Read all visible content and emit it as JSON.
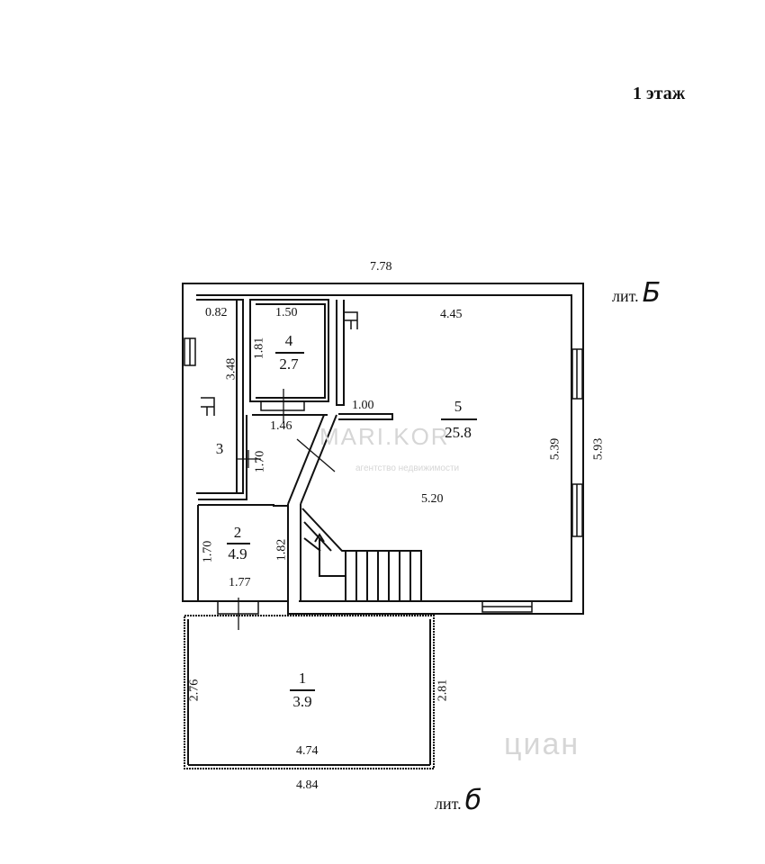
{
  "floor_title": "1 этаж",
  "lit_upper": {
    "prefix": "лит.",
    "letter": "Б"
  },
  "lit_lower": {
    "prefix": "лит.",
    "letter": "б"
  },
  "rooms": [
    {
      "id": "1",
      "number": "1",
      "area": "3.9"
    },
    {
      "id": "2",
      "number": "2",
      "area": "4.9"
    },
    {
      "id": "3",
      "number": "3",
      "area": ""
    },
    {
      "id": "4",
      "number": "4",
      "area": "2.7"
    },
    {
      "id": "5",
      "number": "5",
      "area": "25.8"
    }
  ],
  "dimensions": {
    "overall_width": "7.78",
    "room5_width": "4.45",
    "room5_inner_height": "5.39",
    "overall_height": "5.93",
    "room5_lower_width": "5.20",
    "partition_stub": "1.00",
    "room4_width": "1.50",
    "room4_height": "1.81",
    "room3_width": "0.82",
    "room3_height": "3.48",
    "corridor_width": "1.46",
    "corridor_height": "1.70",
    "room2_height_left": "1.70",
    "room2_height_right": "1.82",
    "room2_width": "1.77",
    "room1_height_left": "2.76",
    "room1_height_right": "2.81",
    "room1_inner_width": "4.74",
    "room1_outer_width": "4.84"
  },
  "watermarks": {
    "center": "MARI.KOR",
    "center_sub": "агентство недвижимости",
    "corner": "циан"
  },
  "colors": {
    "ink": "#111111",
    "watermark": "#d6d6d6"
  }
}
